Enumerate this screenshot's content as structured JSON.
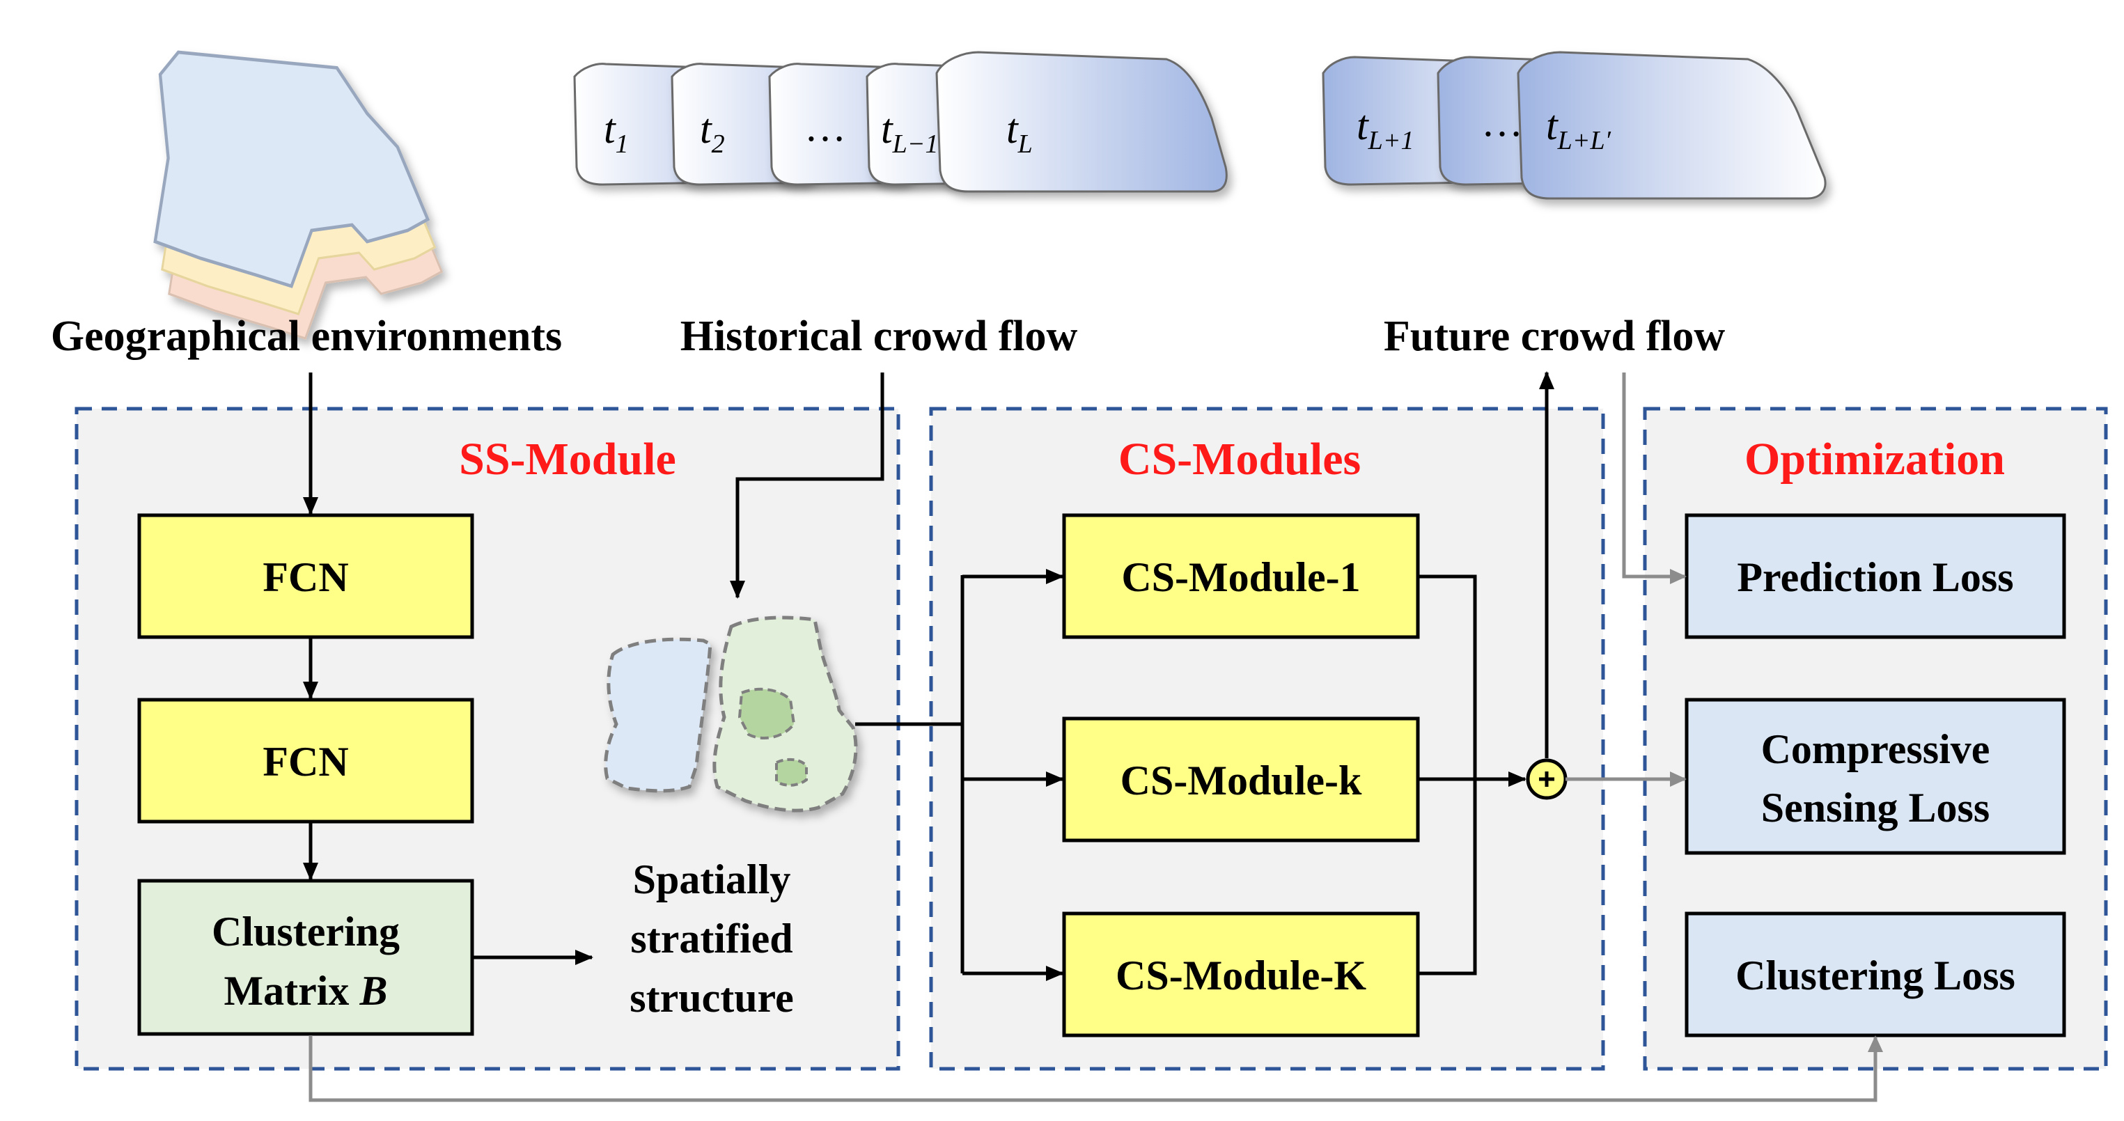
{
  "inputs": {
    "geo_label": "Geographical environments",
    "historical_label": "Historical crowd flow",
    "future_label": "Future crowd flow"
  },
  "historical_frames": [
    {
      "base": "t",
      "sub": "1"
    },
    {
      "base": "t",
      "sub": "2"
    },
    {
      "base": "…",
      "sub": ""
    },
    {
      "base": "t",
      "sub": "L−1"
    },
    {
      "base": "t",
      "sub": "L"
    }
  ],
  "future_frames": [
    {
      "base": "t",
      "sub": "L+1"
    },
    {
      "base": "…",
      "sub": ""
    },
    {
      "base": "t",
      "sub": "L+L′"
    }
  ],
  "ss_module": {
    "title": "SS-Module",
    "fcn1": "FCN",
    "fcn2": "FCN",
    "clustering_line1": "Clustering",
    "clustering_line2_text": "Matrix ",
    "clustering_line2_symbol": "B",
    "structure_lines": [
      "Spatially",
      "stratified",
      "structure"
    ]
  },
  "cs_modules": {
    "title": "CS-Modules",
    "items": [
      "CS-Module-1",
      "CS-Module-k",
      "CS-Module-K"
    ]
  },
  "optimization": {
    "title": "Optimization",
    "prediction_loss": "Prediction Loss",
    "cs_loss_lines": [
      "Compressive",
      "Sensing Loss"
    ],
    "clustering_loss": "Clustering Loss"
  },
  "colors": {
    "module_title": "#ff1a1a",
    "yellow_box": "#ffff88",
    "green_box": "#e2efda",
    "loss_box": "#dae6f3",
    "dashed_border": "#2e5597",
    "panel_bg": "#f2f2f2",
    "flow_blue": "#9db2e0"
  }
}
